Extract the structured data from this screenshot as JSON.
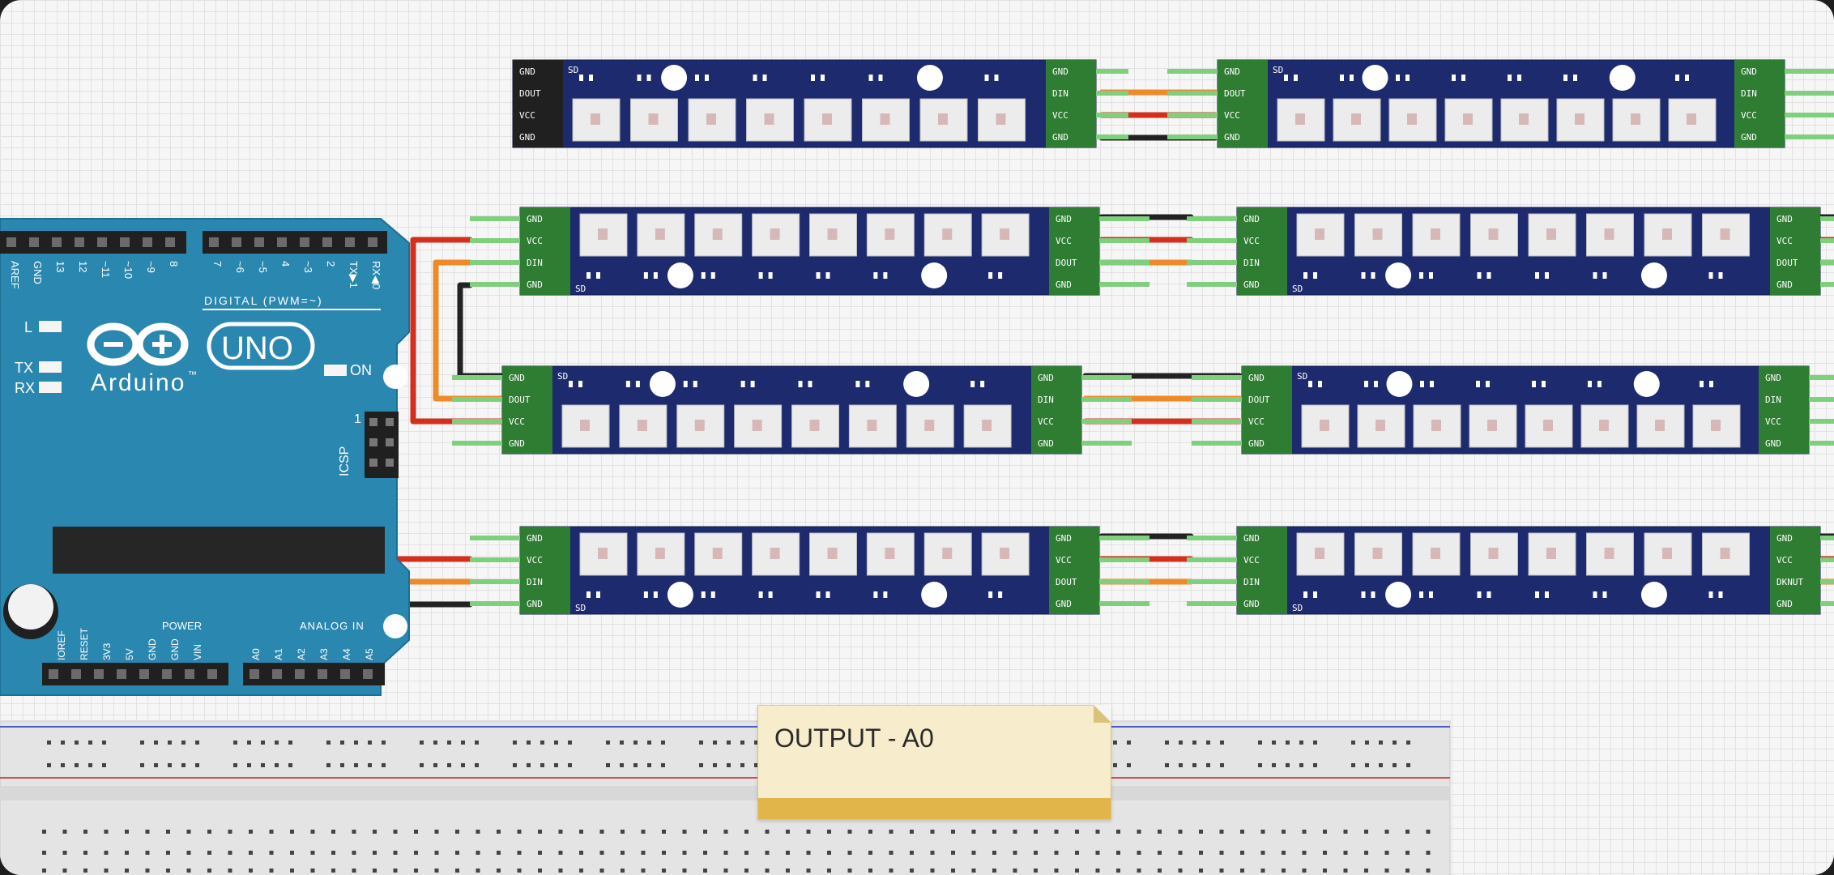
{
  "arduino": {
    "logo_text": "Arduino",
    "tm": "™",
    "model": "UNO",
    "digital_header": "DIGITAL (PWM=~)",
    "power_header": "POWER",
    "analog_header": "ANALOG IN",
    "icsp": "ICSP",
    "on_label": "ON",
    "l_label": "L",
    "tx_label": "TX",
    "rx_label": "RX",
    "icsp_one": "1",
    "digital_pins": [
      "AREF",
      "GND",
      "13",
      "12",
      "~11",
      "~10",
      "~9",
      "8",
      "7",
      "~6",
      "~5",
      "4",
      "~3",
      "2",
      "TX▶1",
      "RX◀0"
    ],
    "power_pins": [
      "IOREF",
      "RESET",
      "3V3",
      "5V",
      "GND",
      "GND",
      "VIN"
    ],
    "analog_pins": [
      "A0",
      "A1",
      "A2",
      "A3",
      "A4",
      "A5"
    ]
  },
  "strip_pins": {
    "gnd": "GND",
    "vcc": "VCC",
    "din": "DIN",
    "dout": "DOUT",
    "dout_alt": "DKNUT",
    "chip": "SD"
  },
  "note": {
    "text": "OUTPUT - A0"
  },
  "colors": {
    "strip": "#1e2a6e",
    "header": "#2e7d32",
    "wire_red": "#d32f1c",
    "wire_orange": "#ee8a2a",
    "wire_black": "#222222",
    "pin_green": "#7fcf7f",
    "arduino": "#2a87b0",
    "note": "#f7eccb"
  }
}
